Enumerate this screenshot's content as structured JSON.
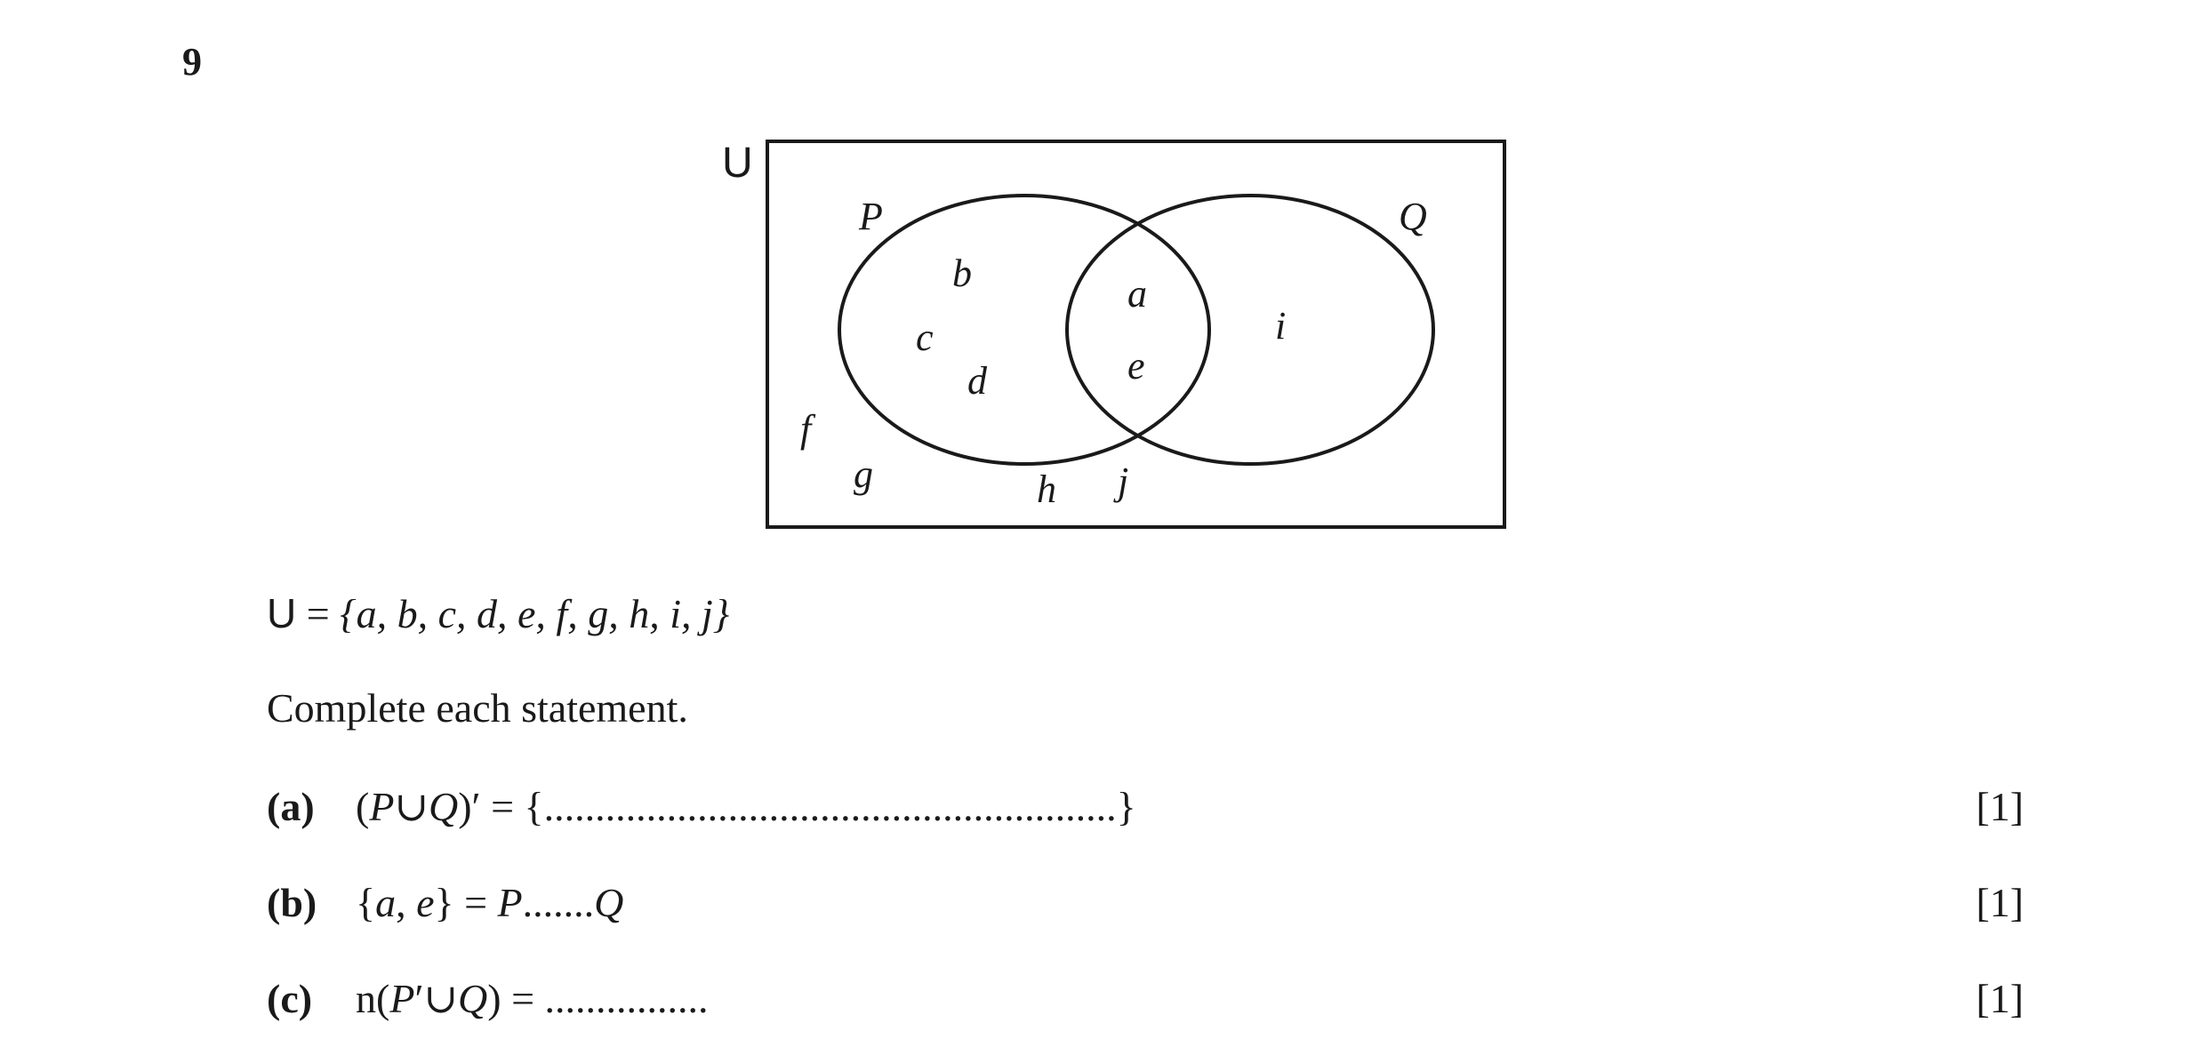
{
  "question_number": "9",
  "venn": {
    "universe_symbol": "U",
    "set_labels": {
      "p": "P",
      "q": "Q"
    },
    "elements": {
      "b": "b",
      "c": "c",
      "d": "d",
      "a": "a",
      "e": "e",
      "i": "i",
      "f": "f",
      "g": "g",
      "h": "h",
      "j": "j"
    }
  },
  "universe_statement": {
    "symbol": "U",
    "equals": " = ",
    "set": "{a, b, c, d, e, f, g, h, i, j}"
  },
  "instruction": "Complete each statement.",
  "parts": [
    {
      "label": "(a)",
      "pre": "(",
      "p": "P",
      "op": "∪",
      "q": "Q",
      "post": ")′ = {",
      "dots": "........................................................",
      "close": "}",
      "marks": "[1]"
    },
    {
      "label": "(b)",
      "open": "{",
      "a": "a",
      "comma": ", ",
      "e": "e",
      "mid": "} = ",
      "p": "P",
      "dots": ".......",
      "q": "Q",
      "marks": "[1]"
    },
    {
      "label": "(c)",
      "pre": "n(",
      "p": "P",
      "prime": "′",
      "op": "∪",
      "q": "Q",
      "post": ") = ",
      "dots": "................",
      "marks": "[1]"
    }
  ]
}
